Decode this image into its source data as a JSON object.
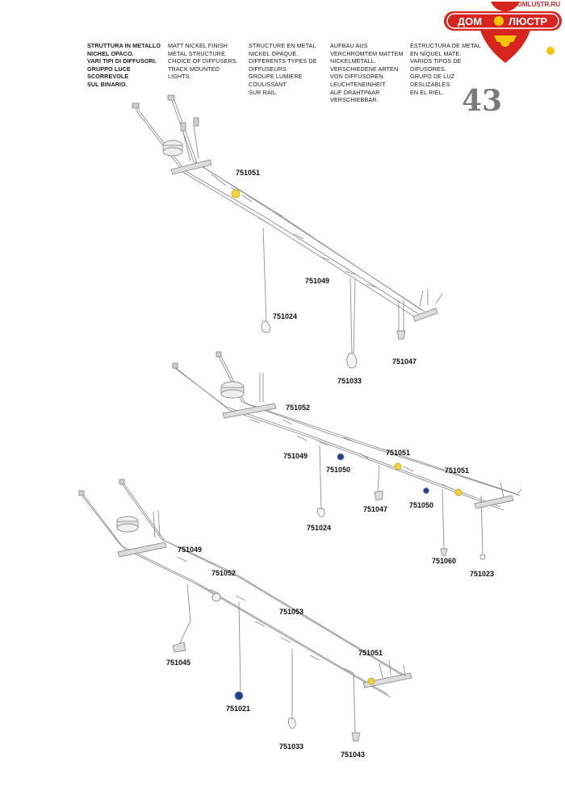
{
  "header": {
    "site": "DOMLUSTR.RU",
    "logo_left": "ДОМ",
    "logo_right": "ЛЮСТР",
    "page_number": "43"
  },
  "descriptions": [
    {
      "lang": "it",
      "text": "STRUTTURA IN METALLO\nNICHEL OPACO.\nVARI TIPI DI DIFFUSORI.\nGRUPPO LUCE\nSCORREVOLE\nSUL BINARIO."
    },
    {
      "lang": "en",
      "text": "MATT NICKEL FINISH\nMETAL STRUCTURE.\nCHOICE OF DIFFUSERS.\nTRACK MOUNTED\nLIGHTS."
    },
    {
      "lang": "fr",
      "text": "STRUCTURE EN METAL\nNICKEL OPAQUE.\nDIFFERENTS TYPES DE\nDIFFUSEURS.\nGROUPE LUMIERE\nCOULISSANT\nSUR RAIL."
    },
    {
      "lang": "de",
      "text": "AUFBAU AUS\nVERCHROMTEM MATTEM\nNICKELMETALL.\nVERSCHIEDENE ARTEN\nVON DIFFUSOREN.\nLEUCHTENEINHEIT\nAUF DRAHTPAAR\nVERSCHIEBBAR."
    },
    {
      "lang": "es",
      "text": "ESTRUCTURA DE METAL\nEN NÍQUEL MATE.\nVARIOS TIPOS DE\nDIFUSORES.\nGRUPO DE LUZ\nDESLIZABLES\nEN EL RIEL."
    }
  ],
  "codes": {
    "d1": [
      "751051",
      "751049",
      "751024",
      "751033",
      "751047"
    ],
    "d2": [
      "751052",
      "751049",
      "751051",
      "751050",
      "751051",
      "751047",
      "751050",
      "751024",
      "751060",
      "751023"
    ],
    "d3": [
      "751049",
      "751052",
      "751053",
      "751045",
      "751051",
      "751021",
      "751033",
      "751043"
    ]
  },
  "colors": {
    "brand_red": "#d8241f",
    "logo_yellow": "#f6c400",
    "amber_diffuser": "#f4d23c",
    "blue_diffuser": "#1f3f8f",
    "wire": "#8f8f8f",
    "page_number": "#7a7a7a"
  }
}
